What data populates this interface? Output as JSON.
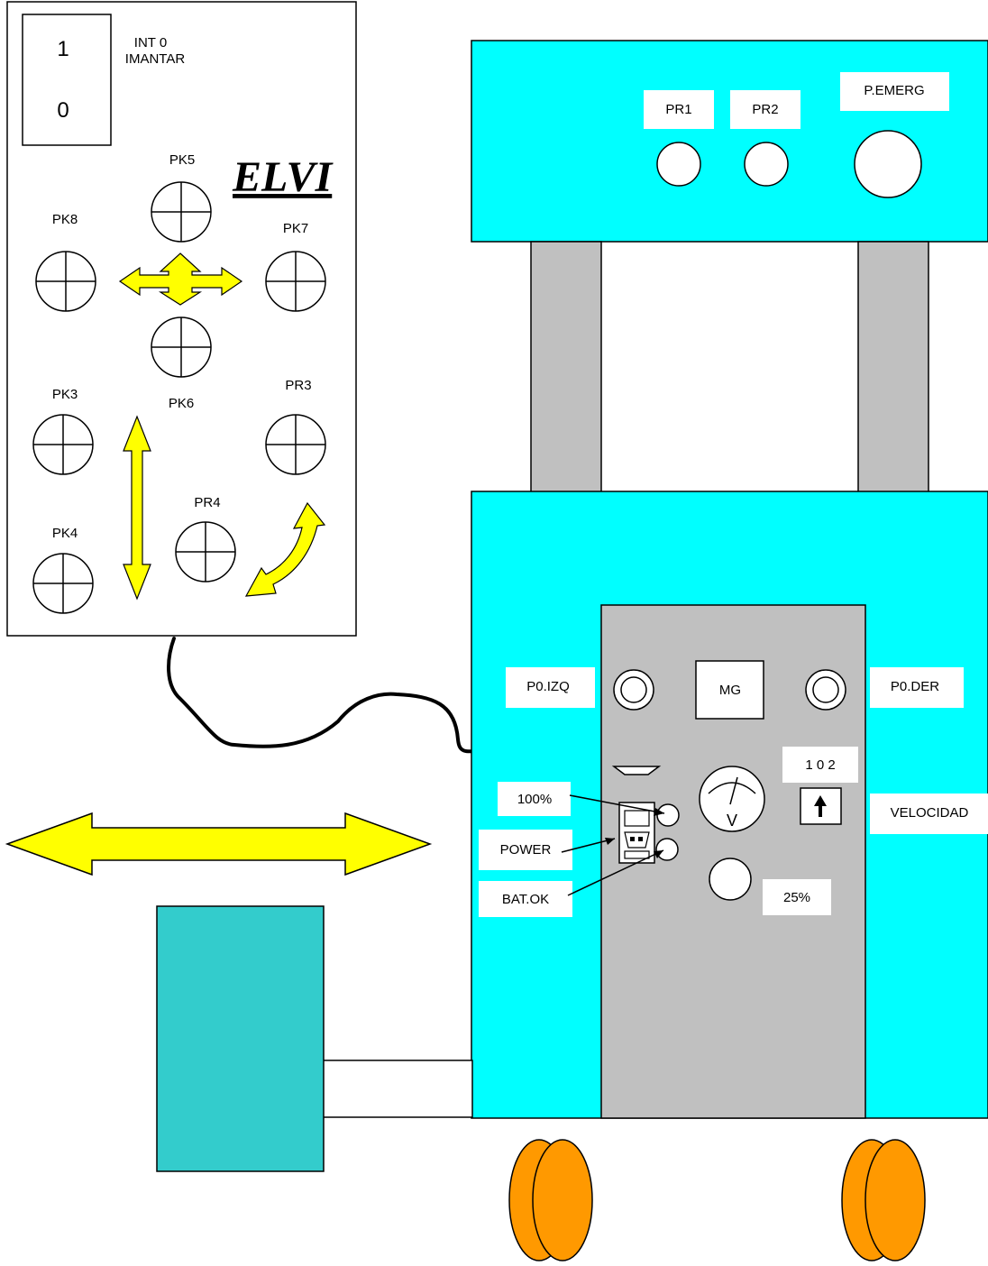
{
  "remote": {
    "switch_on": "1",
    "switch_off": "0",
    "switch_label_line1": "INT 0",
    "switch_label_line2": "IMANTAR",
    "logo": "ELVI",
    "buttons": {
      "pk5": "PK5",
      "pk8": "PK8",
      "pk7": "PK7",
      "pk6": "PK6",
      "pk3": "PK3",
      "pr3": "PR3",
      "pr4": "PR4",
      "pk4": "PK4"
    }
  },
  "top_panel": {
    "pr1": "PR1",
    "pr2": "PR2",
    "emergency": "P.EMERG"
  },
  "control_panel": {
    "po_izq": "P0.IZQ",
    "po_der": "P0.DER",
    "mg": "MG",
    "selector_positions": "1 0 2",
    "speed": "VELOCIDAD",
    "pct_100": "100%",
    "power": "POWER",
    "bat_ok": "BAT.OK",
    "voltmeter": "V",
    "pct_25": "25%"
  },
  "colors": {
    "cyan_body": "#00ffff",
    "panel_gray": "#c0c0c0",
    "magnet_teal": "#33cccc",
    "wheel_orange": "#ff9900",
    "arrow_yellow": "#ffff00"
  }
}
